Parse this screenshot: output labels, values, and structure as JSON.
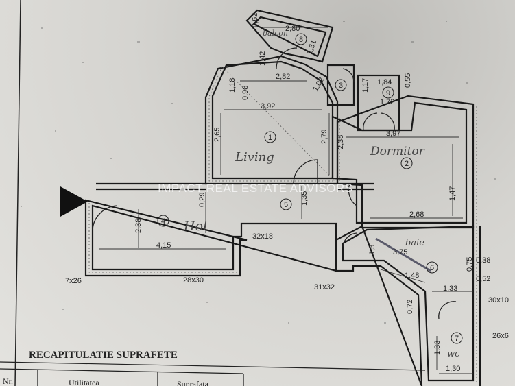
{
  "watermark": "IMPACT REAL ESTATE ADVISORS",
  "rooms": [
    {
      "number": "1",
      "name": "Living"
    },
    {
      "number": "2",
      "name": "Dormitor"
    },
    {
      "number": "3",
      "name": ""
    },
    {
      "number": "4",
      "name": "Hol"
    },
    {
      "number": "5",
      "name": ""
    },
    {
      "number": "6",
      "name": "baie"
    },
    {
      "number": "7",
      "name": "wc"
    },
    {
      "number": "8",
      "name": "balcon"
    },
    {
      "number": "9",
      "name": ""
    }
  ],
  "dimensions": [
    "2,80",
    "2,82",
    "3,92",
    "3,97",
    "1,84",
    "1,72",
    "2,68",
    "4,15",
    "32x18",
    "7x26",
    "28x30",
    "31x32",
    "3,75",
    "1,48",
    "1,33",
    "0,38",
    "0,52",
    "30x10",
    "26x6",
    "1,30",
    "2,65",
    "2,79",
    "2,38",
    "1,18",
    "0,98",
    "1,42",
    "0,62",
    "1,51",
    "1,02",
    "1,17",
    "0,55",
    "1,47",
    "0,29",
    "1,35",
    "2,38",
    "1,3",
    "0,72",
    "0,75",
    "1,33"
  ],
  "summary": {
    "title": "RECAPITULATIE SUPRAFETE",
    "columns": [
      "Nr.",
      "Utilitatea",
      "Suprafata"
    ]
  }
}
